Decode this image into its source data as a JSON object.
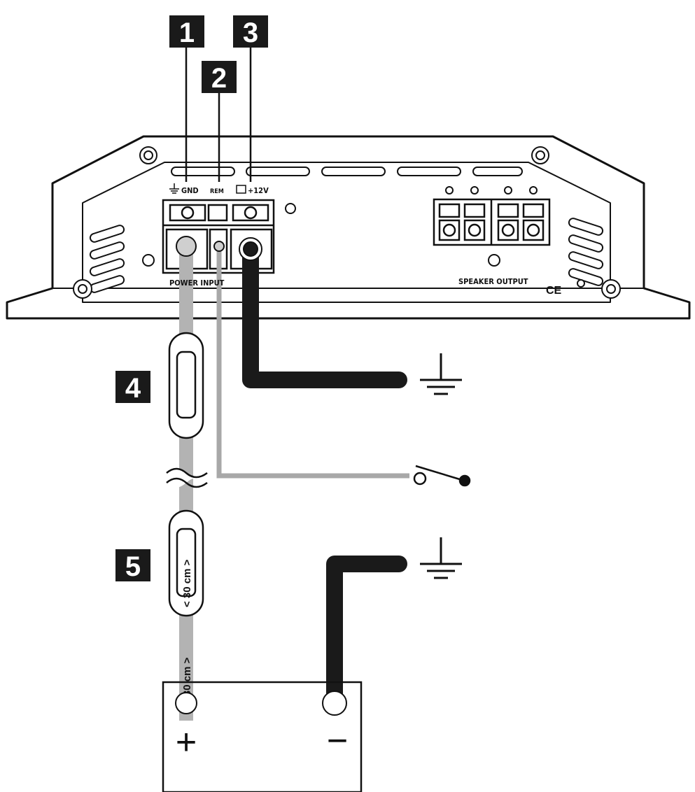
{
  "badges": [
    {
      "number": "1"
    },
    {
      "number": "2"
    },
    {
      "number": "3"
    },
    {
      "number": "4"
    },
    {
      "number": "5"
    }
  ],
  "terminals": {
    "gnd": "GND",
    "rem": "REM",
    "plus12v": "+12V"
  },
  "labels": {
    "power_input": "POWER INPUT",
    "speaker_output": "SPEAKER OUTPUT",
    "ce_mark": "CE",
    "distance_upper": "< 30 cm >",
    "distance_lower": "< 30 cm >"
  },
  "battery": {
    "plus": "+",
    "minus": "−"
  },
  "colors": {
    "cable_power": "#b3b3b3",
    "cable_ground": "#1a1a1a",
    "badge_fill": "#1a1a1a",
    "outline": "#111111"
  }
}
